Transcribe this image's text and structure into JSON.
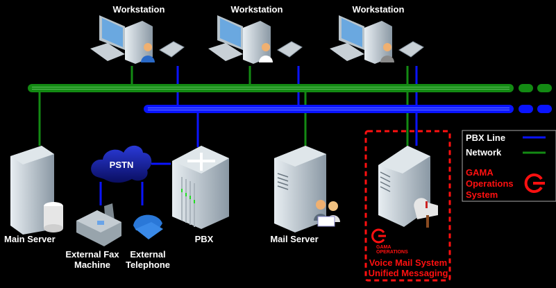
{
  "colors": {
    "pbx_line": "#0a14ff",
    "network": "#138a13",
    "gama": "#ff1010",
    "background": "#000000"
  },
  "workstations": [
    {
      "label": "Workstation"
    },
    {
      "label": "Workstation"
    },
    {
      "label": "Workstation"
    }
  ],
  "nodes": {
    "main_server": "Main Server",
    "pstn": "PSTN",
    "fax": [
      "External Fax",
      "Machine"
    ],
    "telephone": [
      "External",
      "Telephone"
    ],
    "pbx": "PBX",
    "mail_server": "Mail Server",
    "voice_mail": {
      "logo_text": [
        "GAMA",
        "OPERATIONS"
      ],
      "title": [
        "Voice Mail System",
        "Unified Messaging"
      ]
    }
  },
  "legend": {
    "pbx_line": "PBX Line",
    "network": "Network",
    "gama": [
      "GAMA",
      "Operations",
      "System"
    ]
  }
}
